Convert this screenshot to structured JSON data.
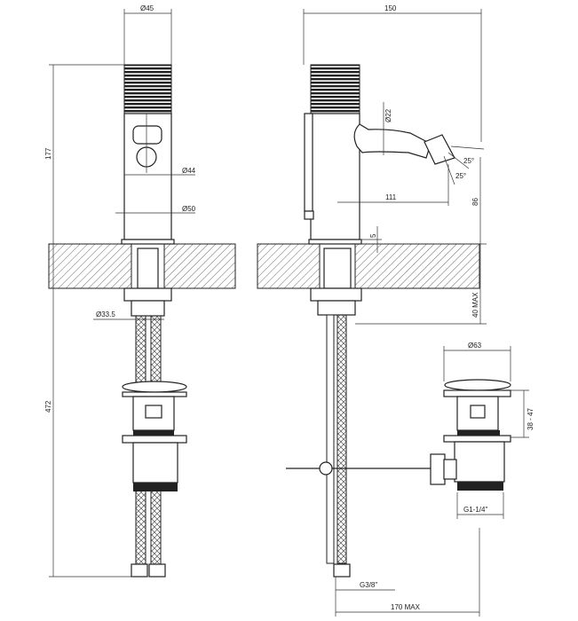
{
  "drawing": {
    "dimensions": {
      "d45": "Ø45",
      "w150": "150",
      "h177": "177",
      "d22": "Ø22",
      "a25a": "25°",
      "a25b": "25°",
      "d44": "Ø44",
      "d50": "Ø50",
      "l111": "111",
      "h86": "86",
      "h5": "5",
      "h40max": "40 MAX",
      "d33_5": "Ø33.5",
      "d63": "Ø63",
      "h472": "472",
      "h38_47": "38 - 47",
      "g1_1_4": "G1-1/4\"",
      "g3_8": "G3/8\"",
      "l170max": "170 MAX"
    }
  }
}
